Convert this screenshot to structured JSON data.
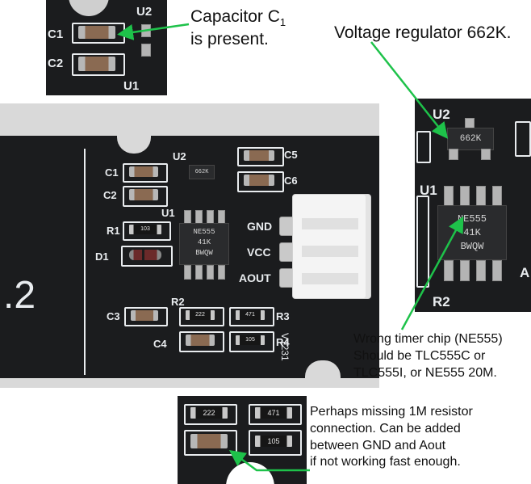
{
  "annotations": {
    "capacitor": {
      "line1": "Capacitor C",
      "sub": "1",
      "line2": "is present."
    },
    "regulator": "Voltage regulator 662K.",
    "timer": {
      "line1": "Wrong timer chip (NE555)",
      "line2": "Should be TLC555C or",
      "line3": "TLC555I, or NE555 20M."
    },
    "resistor": {
      "line1": "Perhaps missing 1M resistor",
      "line2": "connection. Can be added",
      "line3": "between GND and Aout",
      "line4": "if not working fast enough."
    }
  },
  "board": {
    "labels": {
      "c1": "C1",
      "c2": "C2",
      "c3": "C3",
      "c4": "C4",
      "c5": "C5",
      "c6": "C6",
      "r1": "R1",
      "r2": "R2",
      "r3": "R3",
      "r4": "R4",
      "d1": "D1",
      "u1": "U1",
      "u2": "U2",
      "gnd": "GND",
      "vcc": "VCC",
      "aout": "AOUT",
      "version": ".2",
      "serial": "V1231"
    },
    "marks": {
      "res_103": "103",
      "res_222": "222",
      "res_471": "471",
      "res_105": "105",
      "reg_662k": "662K",
      "chip_line1": "NE555",
      "chip_line2": "41K",
      "chip_line3": "BWQW"
    }
  },
  "colors": {
    "arrow": "#1ec24a",
    "pcb": "#1b1c1e",
    "silkscreen": "#e9ecef",
    "connector": "#f4f4f4"
  }
}
